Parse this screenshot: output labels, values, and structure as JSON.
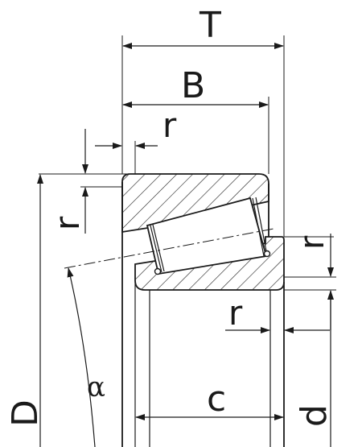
{
  "labels": {
    "T": "T",
    "B": "B",
    "r_top": "r",
    "r_left": "r",
    "r_right": "r",
    "r_inner": "r",
    "c": "c",
    "D": "D",
    "d": "d",
    "alpha": "α"
  },
  "colors": {
    "line": "#1a1a1a",
    "background": "#ffffff"
  }
}
